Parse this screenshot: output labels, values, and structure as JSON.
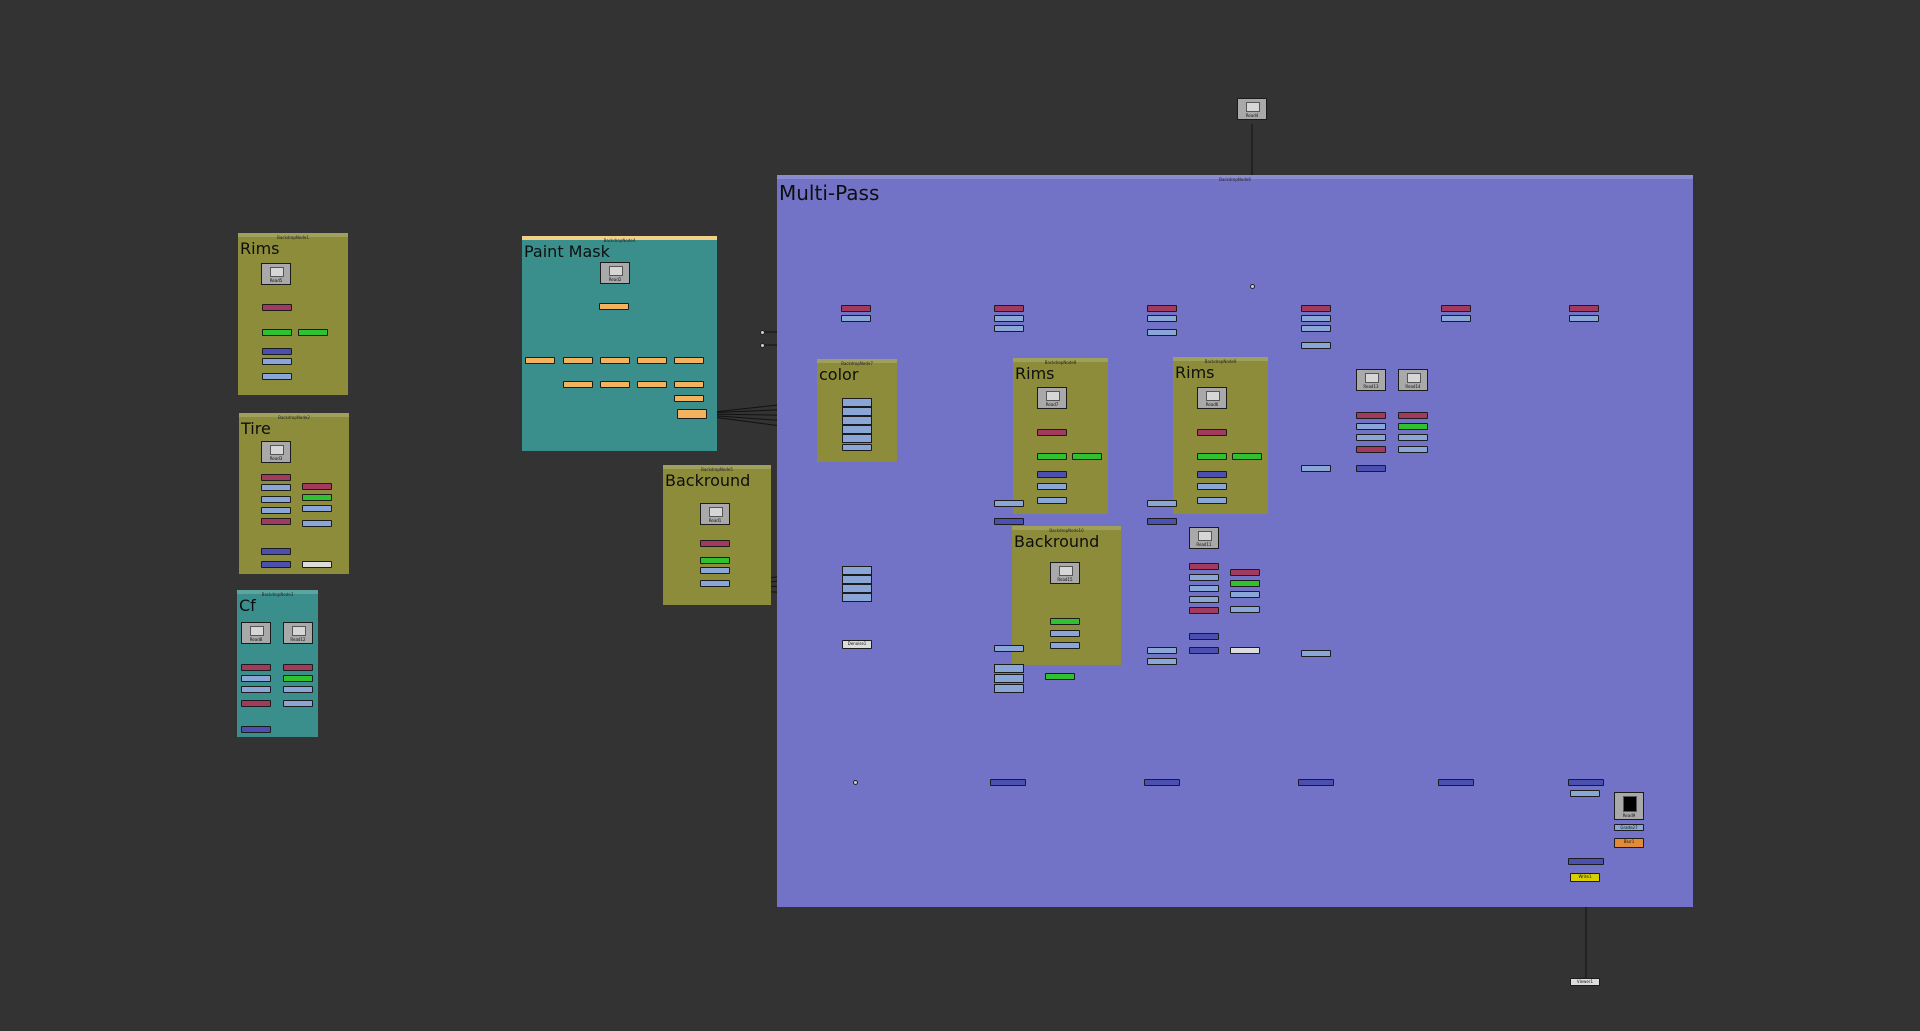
{
  "backdrops": [
    {
      "id": "rims-left",
      "label": "Rims",
      "header": "BackdropNode1"
    },
    {
      "id": "tire",
      "label": "Tire",
      "header": "BackdropNode2"
    },
    {
      "id": "cf",
      "label": "Cf",
      "header": "BackdropNode3"
    },
    {
      "id": "paint-mask",
      "label": "Paint Mask",
      "header": "BackdropNode4"
    },
    {
      "id": "backround-left",
      "label": "Backround",
      "header": "BackdropNode5"
    },
    {
      "id": "multi-pass",
      "label": "Multi-Pass",
      "header": "BackdropNode6"
    },
    {
      "id": "color",
      "label": "color",
      "header": "BackdropNode7"
    },
    {
      "id": "rims-inner-1",
      "label": "Rims",
      "header": "BackdropNode8"
    },
    {
      "id": "rims-inner-2",
      "label": "Rims",
      "header": "BackdropNode9"
    },
    {
      "id": "backround-inner",
      "label": "Backround",
      "header": "BackdropNode10"
    }
  ],
  "reads": {
    "read4": "Read4",
    "read5": "Read5",
    "read3": "Read3",
    "read8": "Read8",
    "read12": "Read12",
    "read2": "Read2",
    "read1": "Read1",
    "read7": "Read7",
    "read6": "Read6",
    "read13": "Read13",
    "read14": "Read14",
    "read15": "Read15",
    "read11": "Read11",
    "read9": "Read9"
  },
  "nodes": {
    "denoise": "Denoise1",
    "write": "Write1",
    "viewer": "Viewer1",
    "grade27": "Grade27",
    "blur": "Blur1"
  },
  "colors": {
    "canvas": "#333333",
    "olive_backdrop": "#8c8c3a",
    "teal_backdrop": "#3a8f8c",
    "blue_backdrop": "#7272c6"
  }
}
